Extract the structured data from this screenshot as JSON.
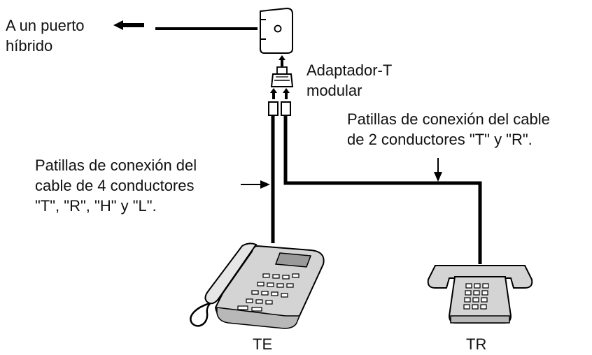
{
  "labels": {
    "hybrid_port": [
      "A un puerto",
      "híbrido"
    ],
    "t_adapter": [
      "Adaptador-T",
      "modular"
    ],
    "two_wire_pins": [
      "Patillas de conexión del cable",
      "de 2 conductores \"T\" y \"R\"."
    ],
    "four_wire_pins": [
      "Patillas de conexión del",
      "cable de 4 conductores",
      "\"T\", \"R\", \"H\" y \"L\"."
    ],
    "te": "TE",
    "tr": "TR"
  }
}
